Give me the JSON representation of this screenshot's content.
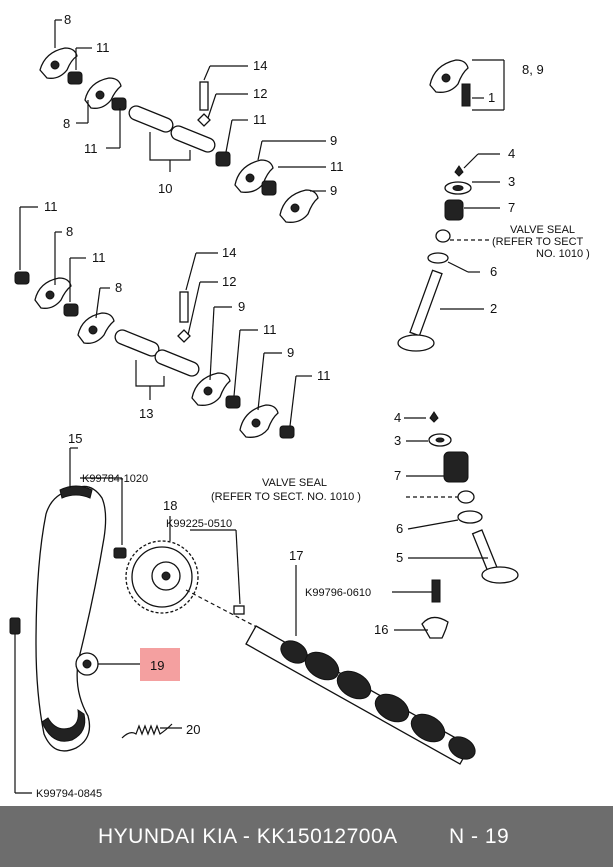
{
  "callouts": {
    "c8a": "8",
    "c11a": "11",
    "c8b": "8",
    "c11b": "11",
    "c10": "10",
    "c14a": "14",
    "c12a": "12",
    "c11c": "11",
    "c9a": "9",
    "c11d": "11",
    "c9b": "9",
    "c89": "8, 9",
    "c1": "1",
    "c4a": "4",
    "c3a": "3",
    "c7a": "7",
    "c6a": "6",
    "c2": "2",
    "c11e": "11",
    "c8c": "8",
    "c11f": "11",
    "c8d": "8",
    "c13": "13",
    "c14b": "14",
    "c12b": "12",
    "c9c": "9",
    "c11g": "11",
    "c9d": "9",
    "c11h": "11",
    "c4b": "4",
    "c3b": "3",
    "c7b": "7",
    "c6b": "6",
    "c5": "5",
    "c15": "15",
    "c18": "18",
    "c17": "17",
    "c16": "16",
    "c19": "19",
    "c20": "20"
  },
  "notes": {
    "valve_seal_1_line1": "VALVE SEAL",
    "valve_seal_1_line2": "(REFER TO SECT",
    "valve_seal_1_line3": "NO. 1010  )",
    "valve_seal_2_line1": "VALVE SEAL",
    "valve_seal_2_line2": "(REFER TO SECT. NO. 1010   )",
    "bolt_1": "K99784-1020",
    "bolt_2": "K99225-0510",
    "bolt_3": "K99796-0610",
    "bolt_4": "K99794-0845"
  },
  "highlight_color": "#f4a0a0",
  "footer": {
    "brand": "HYUNDAI  KIA - KK15012700A",
    "page": "N - 19"
  }
}
